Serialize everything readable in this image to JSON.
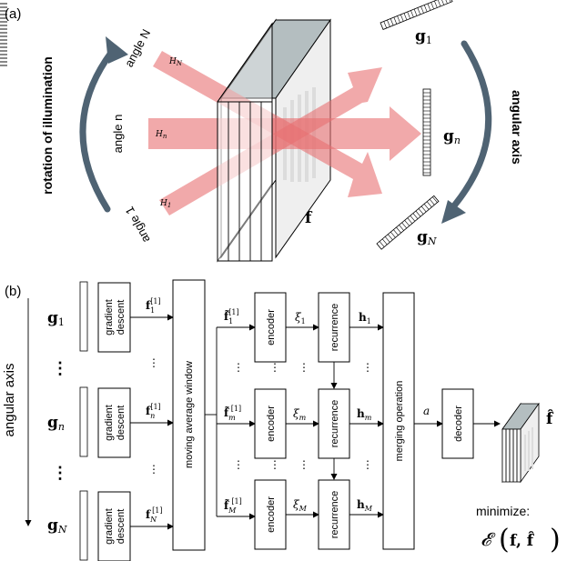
{
  "panel_a": {
    "label": "(a)",
    "rotation_label": "rotation of illumination",
    "angular_axis_label": "angular axis",
    "angle_top": "angle N",
    "angle_mid": "angle n",
    "angle_bottom": "angle 1",
    "beam_top": "H",
    "beam_top_sub": "N",
    "beam_mid": "H",
    "beam_mid_sub": "n",
    "beam_bottom": "H",
    "beam_bottom_sub": "1",
    "object_label": "f",
    "out_top": "g",
    "out_top_sub": "1",
    "out_mid": "g",
    "out_mid_sub": "n",
    "out_bottom": "g",
    "out_bottom_sub": "N"
  },
  "panel_b": {
    "label": "(b)",
    "angular_axis_label": "angular axis",
    "g1": "g",
    "g1_sub": "1",
    "gn": "g",
    "gn_sub": "n",
    "gN": "g",
    "gN_sub": "N",
    "dots": "⋮",
    "gd_line1": "gradient",
    "gd_line2": "descent",
    "f1": "f",
    "f1_sub": "1",
    "f1_sup": "[1]",
    "fn": "f",
    "fn_sub": "n",
    "fn_sup": "[1]",
    "fN": "f",
    "fN_sub": "N",
    "fN_sup": "[1]",
    "moving_window": "moving average window",
    "ft1": "f̃",
    "ft1_sub": "1",
    "ft1_sup": "[1]",
    "ftm": "f̃",
    "ftm_sub": "m",
    "ftm_sup": "[1]",
    "ftM": "f̃",
    "ftM_sub": "M",
    "ftM_sup": "[1]",
    "encoder": "encoder",
    "xi1": "ξ",
    "xi1_sub": "1",
    "xim": "ξ",
    "xim_sub": "m",
    "xiM": "ξ",
    "xiM_sub": "M",
    "recurrence": "recurrence",
    "h1": "h",
    "h1_sub": "1",
    "hm": "h",
    "hm_sub": "m",
    "hM": "h",
    "hM_sub": "M",
    "merging": "merging operation",
    "a": "a",
    "decoder": "decoder",
    "fhat": "f̂",
    "minimize": "minimize:",
    "loss": "𝓔",
    "loss_args": "f, f̂"
  }
}
